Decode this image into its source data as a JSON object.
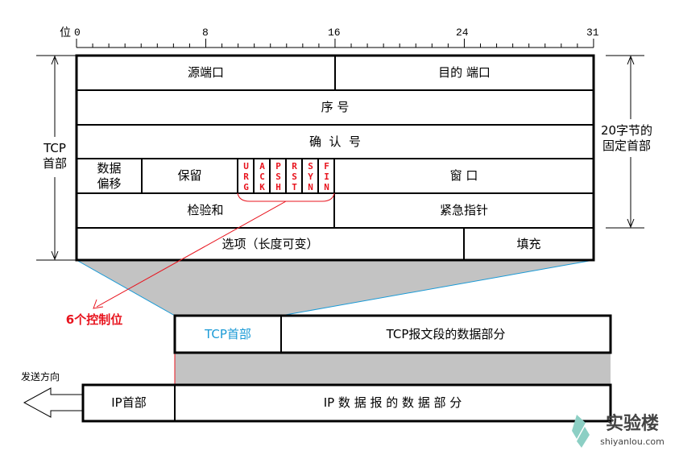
{
  "ruler": {
    "unit": "位",
    "ticks": [
      "0",
      "8",
      "16",
      "24",
      "31"
    ]
  },
  "header_fields": {
    "src_port": "源端口",
    "dst_port": "目的 端口",
    "seq": "序 号",
    "ack": "确  认  号",
    "data_offset": "数据\n偏移",
    "reserved": "保留",
    "flags": [
      "URG",
      "ACK",
      "PSH",
      "RST",
      "SYN",
      "FIN"
    ],
    "window": "窗 口",
    "checksum": "检验和",
    "urgent": "紧急指针",
    "options": "选项（长度可变）",
    "padding": "填充"
  },
  "labels": {
    "tcp_header_side": "TCP\n首部",
    "fixed_header": "20字节的\n固定首部",
    "control_bits": "6个控制位",
    "direction": "发送方向"
  },
  "segment": {
    "tcp_header": "TCP首部",
    "tcp_data": "TCP报文段的数据部分"
  },
  "ip": {
    "ip_header": "IP首部",
    "ip_data": "IP 数 据 报 的 数 据 部 分"
  },
  "logo": {
    "name": "实验楼",
    "url": "shiyanlou.com"
  },
  "colors": {
    "red": "#e8141e",
    "blue": "#1a9ad6",
    "gray": "#c3c3c3",
    "logo": "#8ccfc4"
  }
}
